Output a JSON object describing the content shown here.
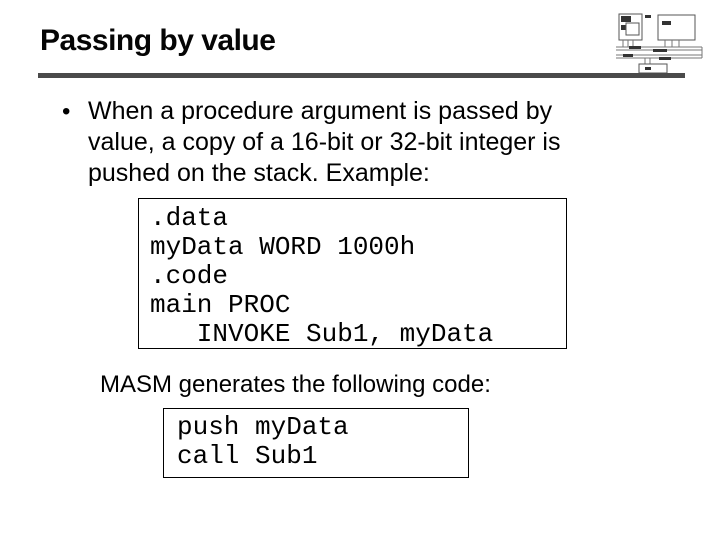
{
  "slide": {
    "title": "Passing by value",
    "divider_color": "#4a4a4a",
    "bullet": {
      "marker": "•",
      "text": "When a procedure argument is passed by\nvalue, a copy of a 16-bit or 32-bit integer is\npushed on the stack. Example:"
    },
    "code_block_1": {
      "text": ".data\nmyData WORD 1000h\n.code\nmain PROC\n   INVOKE Sub1, myData"
    },
    "caption": "MASM generates the following code:",
    "code_block_2": {
      "text": "push myData\ncall Sub1"
    },
    "decoration": {
      "corner_icon": "computer-architecture-diagram"
    }
  }
}
